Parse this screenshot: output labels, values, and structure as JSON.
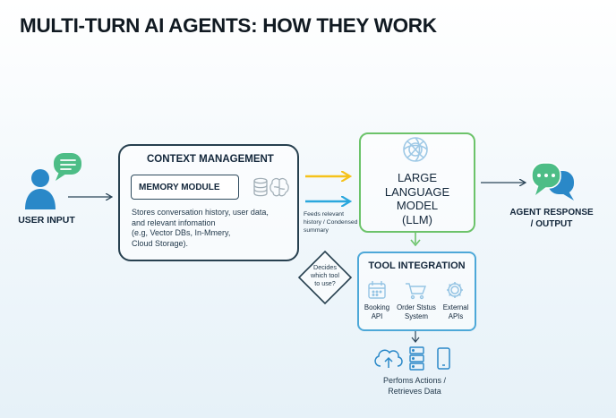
{
  "title": "MULTI-TURN AI AGENTS: HOW THEY WORK",
  "user_input": {
    "label": "USER INPUT"
  },
  "context_management": {
    "title": "CONTEXT MANAGEMENT",
    "memory_module": "MEMORY MODULE",
    "description": "Stores conversation history, user data,\nand relevant infomation\n(e.g, Vector DBs, In-Mmery,\nCloud Storage)."
  },
  "feed_note": "Feeds relevant\nhistory / Condensed\nsummary",
  "llm": {
    "label": "LARGE\nLANGUAGE\nMODEL\n(LLM)"
  },
  "decision": {
    "text": "Decides\nwhich tool\nto use?"
  },
  "tool_integration": {
    "title": "TOOL INTEGRATION",
    "tools": [
      {
        "icon": "calendar-icon",
        "label": "Booking\nAPI"
      },
      {
        "icon": "shopping-cart-icon",
        "label": "Order Ststus\nSystem"
      },
      {
        "icon": "gear-icon",
        "label": "External\nAPIs"
      }
    ]
  },
  "agent_output": {
    "label": "AGENT RESPONSE\n/ OUTPUT"
  },
  "actions": {
    "label": "Perfoms Actions /\nRetrieves Data",
    "icons": [
      "cloud-upload-icon",
      "server-icon",
      "smartphone-icon"
    ]
  },
  "colors": {
    "dark_blue": "#27404f",
    "user_blue": "#2a88c8",
    "chat_green": "#4dbd86",
    "llm_green": "#6cc36a",
    "tool_blue": "#4da8d8",
    "arrow_yellow": "#f5c21b",
    "arrow_cyan": "#2aa7dd"
  }
}
